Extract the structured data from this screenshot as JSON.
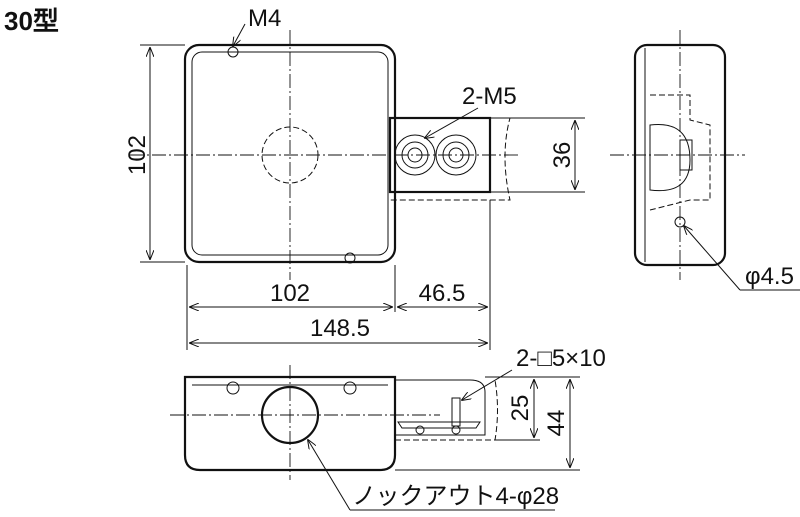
{
  "title": "30型",
  "labels": {
    "screw_top": "M4",
    "bracket_screws": "2-M5",
    "height_dim": "102",
    "bracket_height_dim": "36",
    "width_dim": "102",
    "bracket_width_dim": "46.5",
    "total_width_dim": "148.5",
    "hole_dim": "φ4.5",
    "slot_dim": "2-□5×10",
    "slot_height_dim": "25",
    "depth_dim": "44",
    "knockout": "ノックアウト4-φ28"
  }
}
